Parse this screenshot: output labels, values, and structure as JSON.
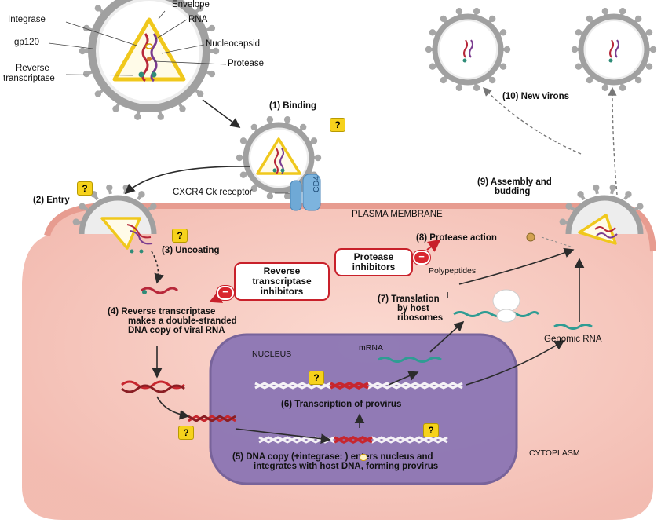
{
  "virus_labels": {
    "envelope": "Envelope",
    "integrase": "Integrase",
    "rna": "RNA",
    "gp120": "gp120",
    "nucleocapsid": "Nucleocapsid",
    "protease": "Protease",
    "reverse_transcriptase_l1": "Reverse",
    "reverse_transcriptase_l2": "transcriptase"
  },
  "steps": {
    "binding": "(1)  Binding",
    "entry": "(2)  Entry",
    "uncoating": "(3)  Uncoating",
    "rt_l1": "(4)  Reverse transcriptase",
    "rt_l2": "makes a double-stranded",
    "rt_l3": "DNA copy of viral RNA",
    "integration_l1": "(5)  DNA copy (+integrase:    ) enters nucleus and",
    "integration_l2": "integrates with host DNA, forming provirus",
    "transcription": "(6)  Transcription of provirus",
    "translation_l1": "(7)  Translation",
    "translation_l2": "by host",
    "translation_l3": "ribosomes",
    "protease_action": "(8)  Protease action",
    "assembly_l1": "(9)  Assembly and",
    "assembly_l2": "budding",
    "new_virions": "(10)  New virons"
  },
  "regions": {
    "plasma_membrane": "PLASMA MEMBRANE",
    "nucleus": "NUCLEUS",
    "cytoplasm": "CYTOPLASM"
  },
  "molecules": {
    "receptor": "CXCR4 Ck receptor",
    "cd4": "CD4",
    "polypeptides": "Polypeptides",
    "mrna": "mRNA",
    "genomic_rna": "Genomic RNA"
  },
  "inhibitors": {
    "rt_inhibitors_l1": "Reverse",
    "rt_inhibitors_l2": "transcriptase",
    "rt_inhibitors_l3": "inhibitors",
    "protease_inhibitors_l1": "Protease",
    "protease_inhibitors_l2": "inhibitors",
    "minus_symbol": "−"
  },
  "question_mark": "?",
  "colors": {
    "cell": "#f6c6bd",
    "nucleus": "#8a74b4",
    "capsid": "#f1cf2a",
    "virus_envelope": "#a9a9a9",
    "inhibitor_red": "#c8202a",
    "rna": "#2f9c93",
    "dna": "#c7262e"
  }
}
